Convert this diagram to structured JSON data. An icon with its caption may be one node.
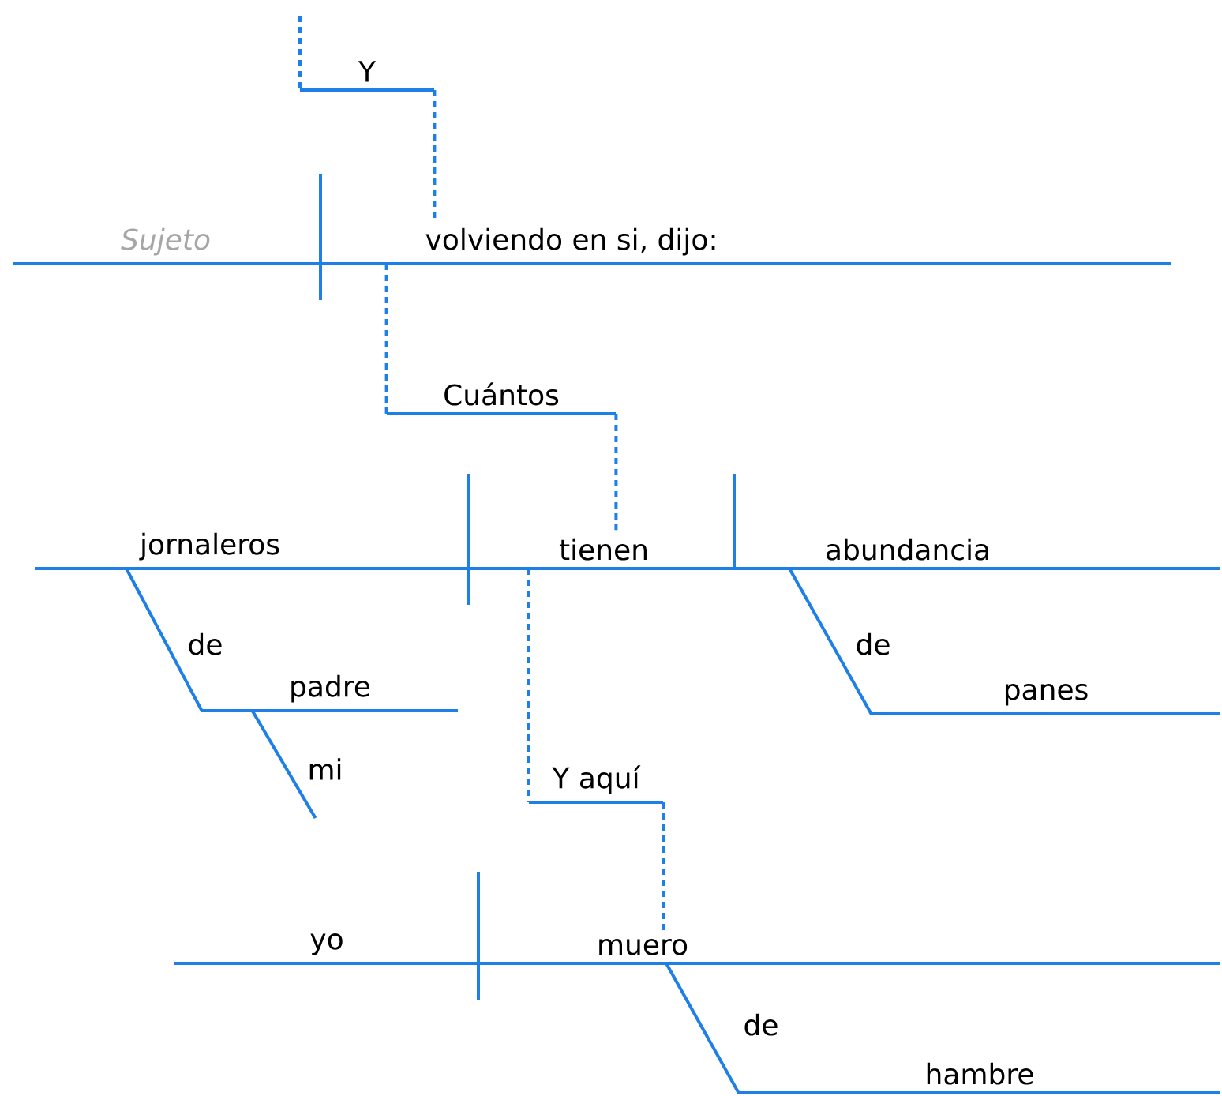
{
  "diagram": {
    "nodes": [
      {
        "text": [
          "Y"
        ]
      },
      {
        "text": [
          "*Sujeto*"
        ]
      },
      {
        "text": [
          "volviendo en si, dijo:"
        ]
      },
      {
        "text": [
          "Cuántos"
        ]
      },
      {
        "text": [
          "jornaleros"
        ]
      },
      {
        "text": [
          "tienen"
        ]
      },
      {
        "text": [
          "abundancia"
        ]
      },
      {
        "text": [
          "de"
        ]
      },
      {
        "text": [
          "padre"
        ]
      },
      {
        "text": [
          "mi"
        ]
      },
      {
        "text": [
          "de"
        ]
      },
      {
        "text": [
          "panes"
        ]
      },
      {
        "text": [
          "Y aquí"
        ]
      },
      {
        "text": [
          "yo"
        ]
      },
      {
        "text": [
          "muero"
        ]
      },
      {
        "text": [
          "de"
        ]
      },
      {
        "text": [
          "hambre"
        ]
      }
    ],
    "edges": [
      {
        "from": 0,
        "to": 2,
        "arrow": "none",
        "style": "dashed"
      },
      {
        "from": 2,
        "to": 3,
        "arrow": "none",
        "style": "dashed"
      },
      {
        "from": 3,
        "to": 5,
        "arrow": "none",
        "style": "dashed"
      },
      {
        "from": 5,
        "to": 12,
        "arrow": "none",
        "style": "dashed"
      },
      {
        "from": 12,
        "to": 14,
        "arrow": "none",
        "style": "dashed"
      },
      {
        "from": 4,
        "to": 8,
        "arrow": "none"
      },
      {
        "from": 8,
        "to": null,
        "arrow": "none"
      },
      {
        "from": 6,
        "to": 11,
        "arrow": "none"
      },
      {
        "from": 14,
        "to": 16,
        "arrow": "none"
      }
    ]
  }
}
